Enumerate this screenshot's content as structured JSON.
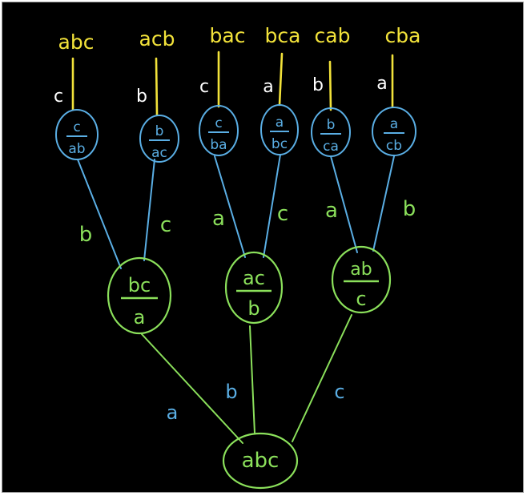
{
  "colors": {
    "background": "#000000",
    "green": "#8be05b",
    "blue": "#5aaee4",
    "yellow": "#f2e23a",
    "white": "#ffffff"
  },
  "root": {
    "label": "abc"
  },
  "level1_nodes": [
    {
      "numerator": "bc",
      "denominator": "a"
    },
    {
      "numerator": "ac",
      "denominator": "b"
    },
    {
      "numerator": "ab",
      "denominator": "c"
    }
  ],
  "root_edge_labels": [
    "a",
    "b",
    "c"
  ],
  "level2_nodes": [
    {
      "numerator": "c",
      "denominator": "ab"
    },
    {
      "numerator": "b",
      "denominator": "ac"
    },
    {
      "numerator": "c",
      "denominator": "ba"
    },
    {
      "numerator": "a",
      "denominator": "bc"
    },
    {
      "numerator": "b",
      "denominator": "ca"
    },
    {
      "numerator": "a",
      "denominator": "cb"
    }
  ],
  "level1_edge_labels": [
    "b",
    "c",
    "a",
    "c",
    "a",
    "b"
  ],
  "leaf_edge_labels": [
    "c",
    "b",
    "c",
    "a",
    "b",
    "a"
  ],
  "permutations": [
    "abc",
    "acb",
    "bac",
    "bca",
    "cab",
    "cba"
  ]
}
